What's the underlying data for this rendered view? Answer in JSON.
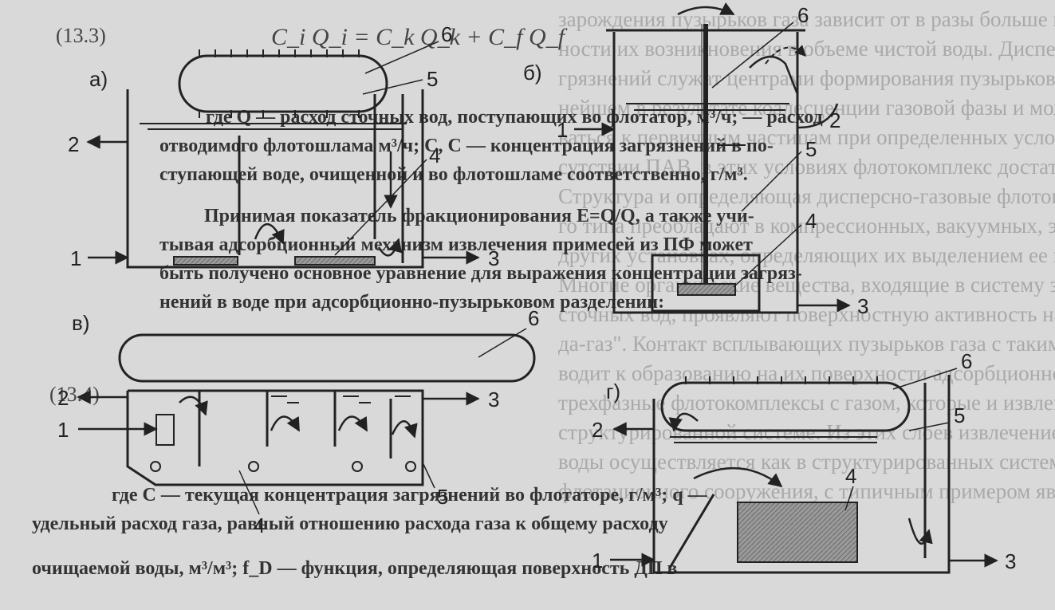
{
  "panels": {
    "a": "а)",
    "b": "б)",
    "v": "в)",
    "g": "г)"
  },
  "labels": {
    "one": "1",
    "two": "2",
    "three": "3",
    "four": "4",
    "five": "5",
    "six": "6"
  },
  "formula_top": "C_i Q_i = C_k Q_k + C_f Q_f",
  "equation_number_top": "(13.3)",
  "equation_number_mid": "(13.4)",
  "body_text_lines": [
    "где Q — расход сточных вод, поступающих во флотатор, м³/ч; — расход",
    "отводимого флотошлама м³/ч; C, C — концентрация загрязнений в по-",
    "ступающей воде, очищенной и во флотошламе соответственно, г/м³.",
    "Принимая показатель фракционирования E=Q/Q, а также учи-",
    "тывая адсорбционный механизм извлечения примесей из ПФ может",
    "быть получено основное уравнение для выражения концентрации загряз-",
    "нений в воде при адсорбционно-пузырьковом разделении:",
    "где C — текущая концентрация загрязнений во флотаторе, г/м³; q —",
    "удельный расход газа, равный отношению расхода газа к общему расходу",
    "очищаемой воды, м³/м³; f_D — функция, определяющая поверхность ДП в"
  ],
  "ghost_lines": [
    "зарождения пузырьков газа зависит от в разы больше вероят-",
    "ности их возникновения в объеме чистой воды. Дисперсные частицы за-",
    "грязнений служат центрами формирования пузырьков газа. В даль-",
    "нейшем в результате коалесценции газовой фазы и может прикрепляться",
    "ваться к первичным частицам при определенных условиях, например при-",
    "сутствии ПАВ, в этих условиях флотокомплекс достаточно устойчив.",
    "Структура и определяющая дисперсно-газовые флотокомплексы это-",
    "го типа преобладают в компрессионных, вакуумных, электрохимических и",
    "других установках, определяющих их выделением ее из воды.",
    "Многие органические вещества, входящие в систему загрязнений",
    "сточных вод, проявляют поверхностную активность на границе фаз \"во-",
    "да-газ\". Контакт всплывающих пузырьков газа с такими веществами при-",
    "водит к образованию на их поверхности адсорбционного слоя, формируя",
    "трехфазные флотокомплексы с газом, которые и извлекаются из воды типа в",
    "структурированной системе. Из этих слоев извлечение загрязнений из",
    "воды осуществляется как в структурированных системах, так и в зоне",
    "флотационного сооружения, с типичным примером является флотокомплекс."
  ]
}
